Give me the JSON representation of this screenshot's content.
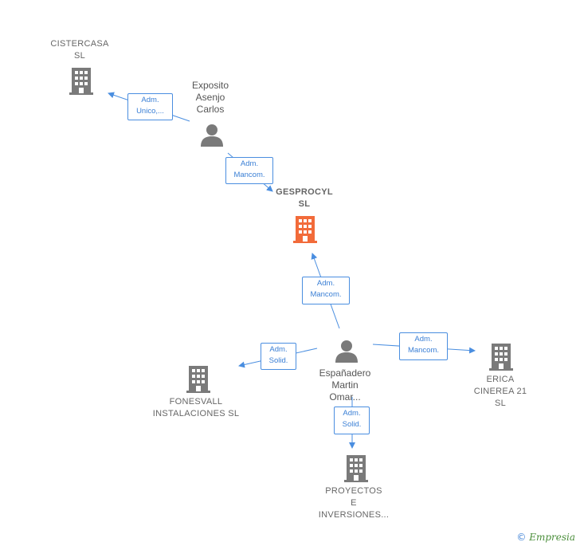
{
  "nodes": {
    "cistercasa": {
      "line1": "CISTERCASA",
      "line2": "SL"
    },
    "exposito": {
      "line1": "Exposito",
      "line2": "Asenjo",
      "line3": "Carlos"
    },
    "gesprocyl": {
      "line1": "GESPROCYL",
      "line2": "SL"
    },
    "espanadero": {
      "line1": "Españadero",
      "line2": "Martin",
      "line3": "Omar..."
    },
    "fonesvall": {
      "line1": "FONESVALL",
      "line2": "INSTALACIONES SL"
    },
    "erica": {
      "line1": "ERICA",
      "line2": "CINEREA 21",
      "line3": "SL"
    },
    "proyectos": {
      "line1": "PROYECTOS",
      "line2": "E",
      "line3": "INVERSIONES..."
    }
  },
  "edge_labels": {
    "e1": {
      "line1": "Adm.",
      "line2": "Unico,..."
    },
    "e2": {
      "line1": "Adm.",
      "line2": "Mancom."
    },
    "e3": {
      "line1": "Adm.",
      "line2": "Mancom."
    },
    "e4": {
      "line1": "Adm.",
      "line2": "Solid."
    },
    "e5": {
      "line1": "Adm.",
      "line2": "Mancom."
    },
    "e6": {
      "line1": "Adm.",
      "line2": "Solid."
    }
  },
  "colors": {
    "company": "#7a7a7a",
    "focus_company": "#f26b3a",
    "person": "#7a7a7a",
    "edge": "#4a8ee0"
  },
  "icons": {
    "company": "building-icon",
    "person": "person-icon"
  },
  "footer": {
    "copyright": "©",
    "brand": "Empresia"
  }
}
